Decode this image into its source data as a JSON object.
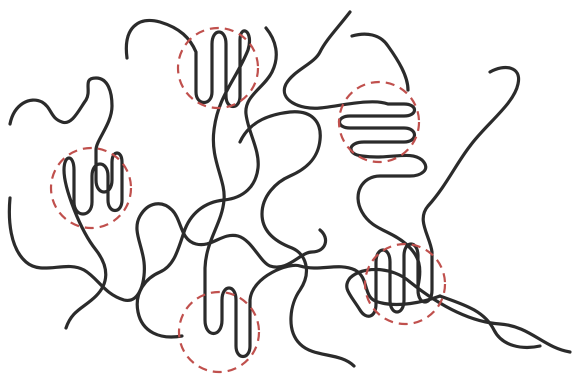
{
  "diagram": {
    "type": "polymer chain network with folded (lamellar) crystalline regions",
    "colors": {
      "background": "#ffffff",
      "chain": "#2b2b2b",
      "crystalline_region": "#c0504d"
    },
    "crystalline_region_count": 5,
    "chain_count": 6,
    "text_labels": []
  }
}
